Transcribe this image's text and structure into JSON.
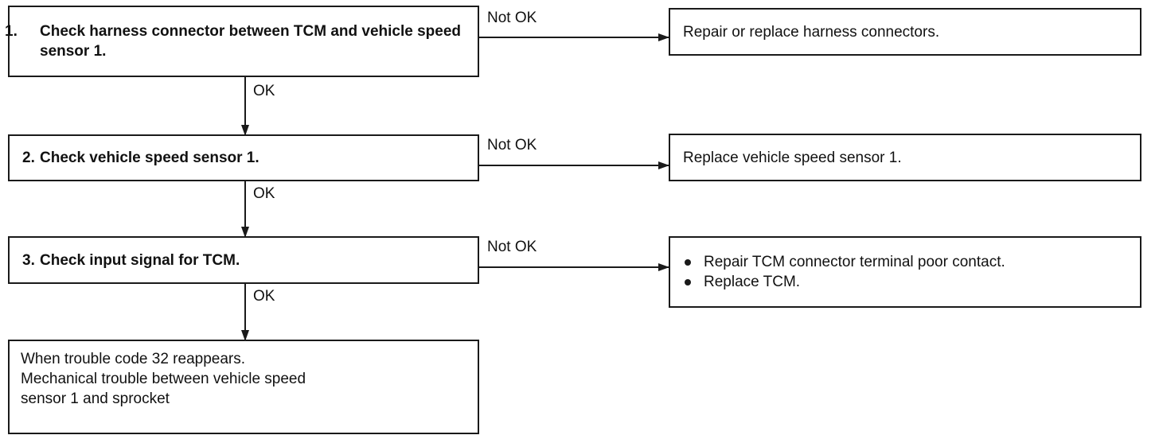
{
  "steps": [
    {
      "number": "1.",
      "text": "Check harness connector between TCM and vehicle speed sensor 1.",
      "ng_label": "Not OK",
      "ng_action": "Repair or replace harness connectors.",
      "ok_label": "OK"
    },
    {
      "number": "2.",
      "text": "Check vehicle speed sensor 1.",
      "ng_label": "Not OK",
      "ng_action": "Replace vehicle speed sensor 1.",
      "ok_label": "OK"
    },
    {
      "number": "3.",
      "text": "Check input signal for TCM.",
      "ng_label": "Not OK",
      "ng_actions": [
        "Repair TCM connector terminal poor contact.",
        "Replace TCM."
      ],
      "ok_label": "OK"
    }
  ],
  "final": {
    "lines": [
      "When trouble code 32 reappears.",
      "Mechanical trouble between vehicle speed",
      "sensor 1 and sprocket"
    ]
  }
}
